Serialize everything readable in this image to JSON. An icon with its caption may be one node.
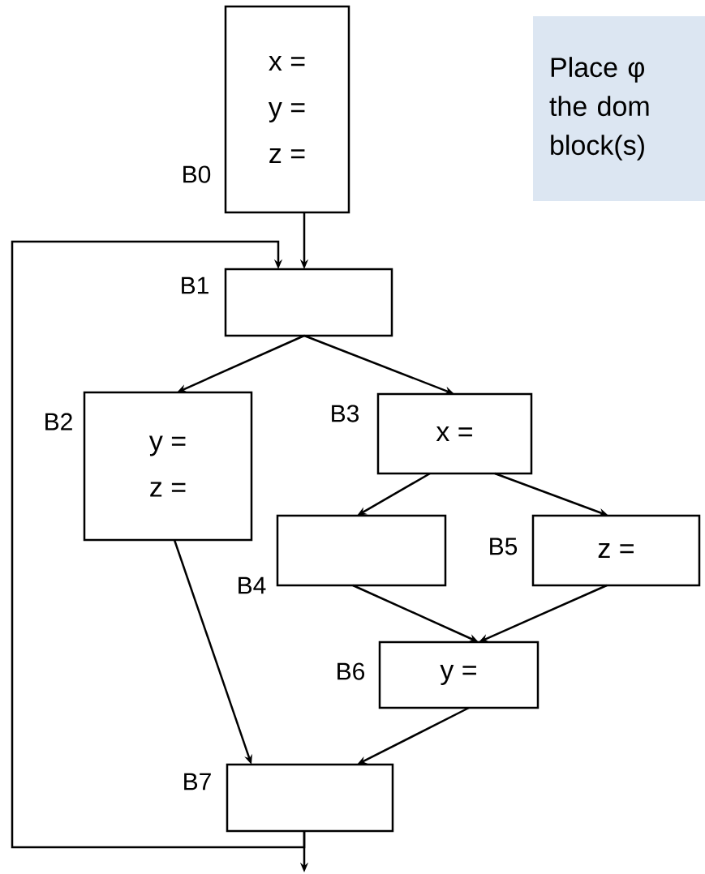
{
  "diagram": {
    "nodes": [
      {
        "text": [
          "x =",
          "y =",
          "z ="
        ],
        "beside": [
          "B0"
        ]
      },
      {
        "text": [],
        "shape": "box",
        "beside": [
          "B1"
        ]
      },
      {
        "text": [
          "y =",
          "z ="
        ],
        "beside": [
          "B2"
        ]
      },
      {
        "text": [
          "x ="
        ],
        "beside": [
          "B3"
        ]
      },
      {
        "text": [],
        "shape": "box",
        "beside": [
          "B4"
        ]
      },
      {
        "text": [
          "z ="
        ],
        "beside": [
          "B5"
        ]
      },
      {
        "text": [
          "y ="
        ],
        "beside": [
          "B6"
        ]
      },
      {
        "text": [],
        "shape": "box",
        "beside": [
          "B7"
        ]
      },
      {
        "text": [
          "Place φ the dom block(s)"
        ]
      }
    ],
    "edges": [
      {
        "from": 0,
        "to": 1,
        "arrow": "to"
      },
      {
        "from": 1,
        "to": 2,
        "arrow": "to"
      },
      {
        "from": 1,
        "to": 3,
        "arrow": "to"
      },
      {
        "from": 3,
        "to": 4,
        "arrow": "to"
      },
      {
        "from": 3,
        "to": 5,
        "arrow": "to"
      },
      {
        "from": 4,
        "to": 6,
        "arrow": "to"
      },
      {
        "from": 5,
        "to": 6,
        "arrow": "to"
      },
      {
        "from": 6,
        "to": 7,
        "arrow": "to"
      },
      {
        "from": 2,
        "to": 7,
        "arrow": "to"
      },
      {
        "from": 7,
        "to": 1,
        "arrow": "to"
      },
      {
        "from": 7,
        "to": null,
        "arrow": "to"
      }
    ]
  }
}
